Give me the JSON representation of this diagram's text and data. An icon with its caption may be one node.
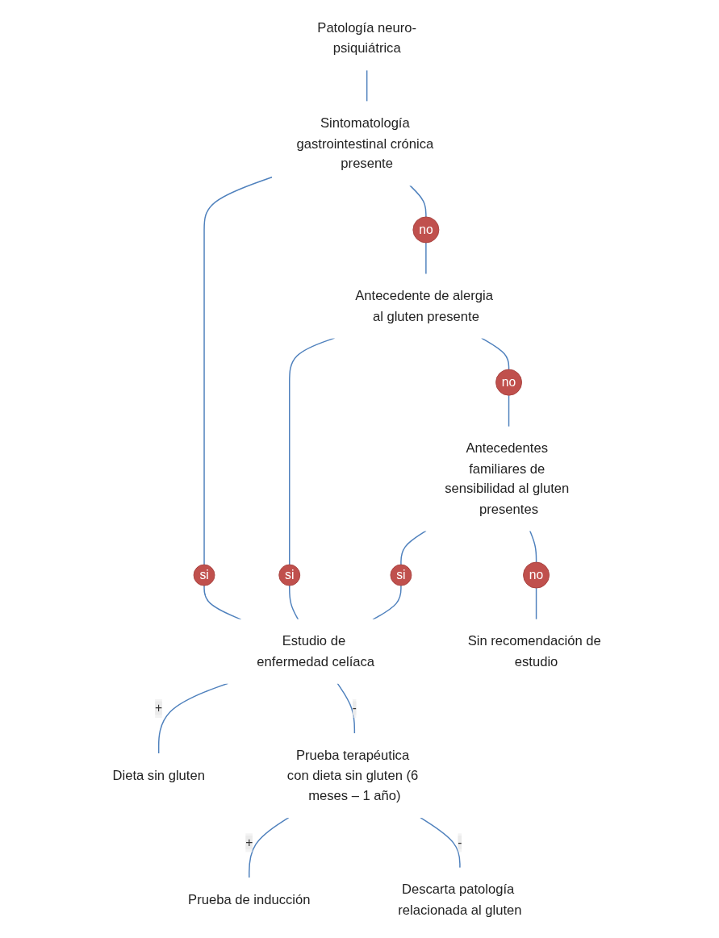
{
  "diagram": {
    "nodes": [
      {
        "text": [
          "Patología neuro-psiquiátrica"
        ]
      },
      {
        "text": [
          "Sintomatología gastrointestinal crónica presente"
        ]
      },
      {
        "text": [
          "si"
        ]
      },
      {
        "text": [
          "no"
        ]
      },
      {
        "text": [
          "Antecedente de alergia al gluten presente"
        ]
      },
      {
        "text": [
          "si"
        ]
      },
      {
        "text": [
          "no"
        ]
      },
      {
        "text": [
          "Antecedentes familiares de sensibilidad al gluten presentes"
        ]
      },
      {
        "text": [
          "si"
        ]
      },
      {
        "text": [
          "no"
        ]
      },
      {
        "text": [
          "Sin recomendación de estudio"
        ]
      },
      {
        "text": [
          "Estudio de enfermedad celíaca"
        ]
      },
      {
        "text": [
          "Dieta sin gluten"
        ]
      },
      {
        "text": [
          "Prueba terapéutica con dieta sin gluten (6 meses – 1 año)"
        ]
      },
      {
        "text": [
          "Prueba de inducción"
        ]
      },
      {
        "text": [
          "Descarta patología relacionada al gluten"
        ]
      }
    ],
    "edges": [
      {
        "from": 0,
        "to": 1,
        "arrow": "none"
      },
      {
        "from": 1,
        "to": 2,
        "arrow": "none"
      },
      {
        "from": 1,
        "to": 3,
        "arrow": "none"
      },
      {
        "from": 3,
        "to": 4,
        "arrow": "none"
      },
      {
        "from": 4,
        "to": 5,
        "arrow": "none"
      },
      {
        "from": 4,
        "to": 6,
        "arrow": "none"
      },
      {
        "from": 6,
        "to": 7,
        "arrow": "none"
      },
      {
        "from": 7,
        "to": 8,
        "arrow": "none"
      },
      {
        "from": 7,
        "to": 9,
        "arrow": "none"
      },
      {
        "from": 9,
        "to": 10,
        "arrow": "none"
      },
      {
        "from": 2,
        "to": 11,
        "arrow": "none"
      },
      {
        "from": 5,
        "to": 11,
        "arrow": "none"
      },
      {
        "from": 8,
        "to": 11,
        "arrow": "none"
      },
      {
        "from": 11,
        "to": 12,
        "label": "+",
        "arrow": "none"
      },
      {
        "from": 11,
        "to": 13,
        "label": "-",
        "arrow": "none"
      },
      {
        "from": 13,
        "to": 14,
        "label": "+",
        "arrow": "none"
      },
      {
        "from": 13,
        "to": 15,
        "label": "-",
        "arrow": "none"
      }
    ]
  }
}
